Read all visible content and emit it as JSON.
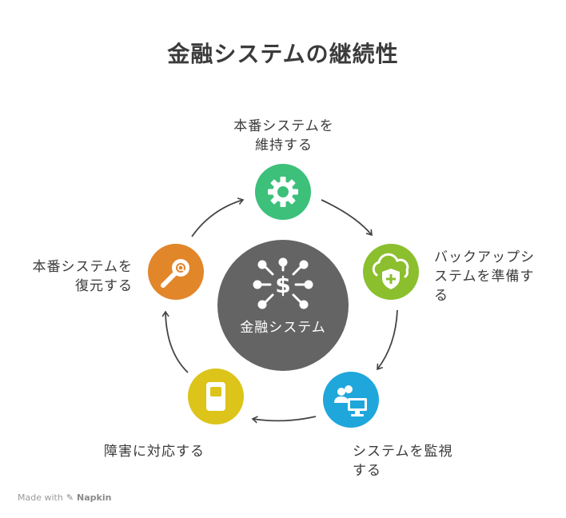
{
  "title": "金融システムの継続性",
  "center": {
    "label": "金融システム",
    "color": "#646464",
    "icon": "dollar-network-icon"
  },
  "nodes": [
    {
      "id": "maintain",
      "label": "本番システムを\n維持する",
      "color": "#3cc07a",
      "icon": "gear-icon"
    },
    {
      "id": "backup",
      "label": "バックアップシ\nステムを準備す\nる",
      "color": "#8bbf2e",
      "icon": "cloud-shield-icon"
    },
    {
      "id": "monitor",
      "label": "システムを監視\nする",
      "color": "#1fa7dc",
      "icon": "monitor-users-icon"
    },
    {
      "id": "incident",
      "label": "障害に対応する",
      "color": "#dcc41a",
      "icon": "mobile-device-icon"
    },
    {
      "id": "restore",
      "label": "本番システムを\n復元する",
      "color": "#e2862a",
      "icon": "wrench-search-icon"
    }
  ],
  "footer": {
    "made_with": "Made with",
    "brand": "Napkin"
  }
}
